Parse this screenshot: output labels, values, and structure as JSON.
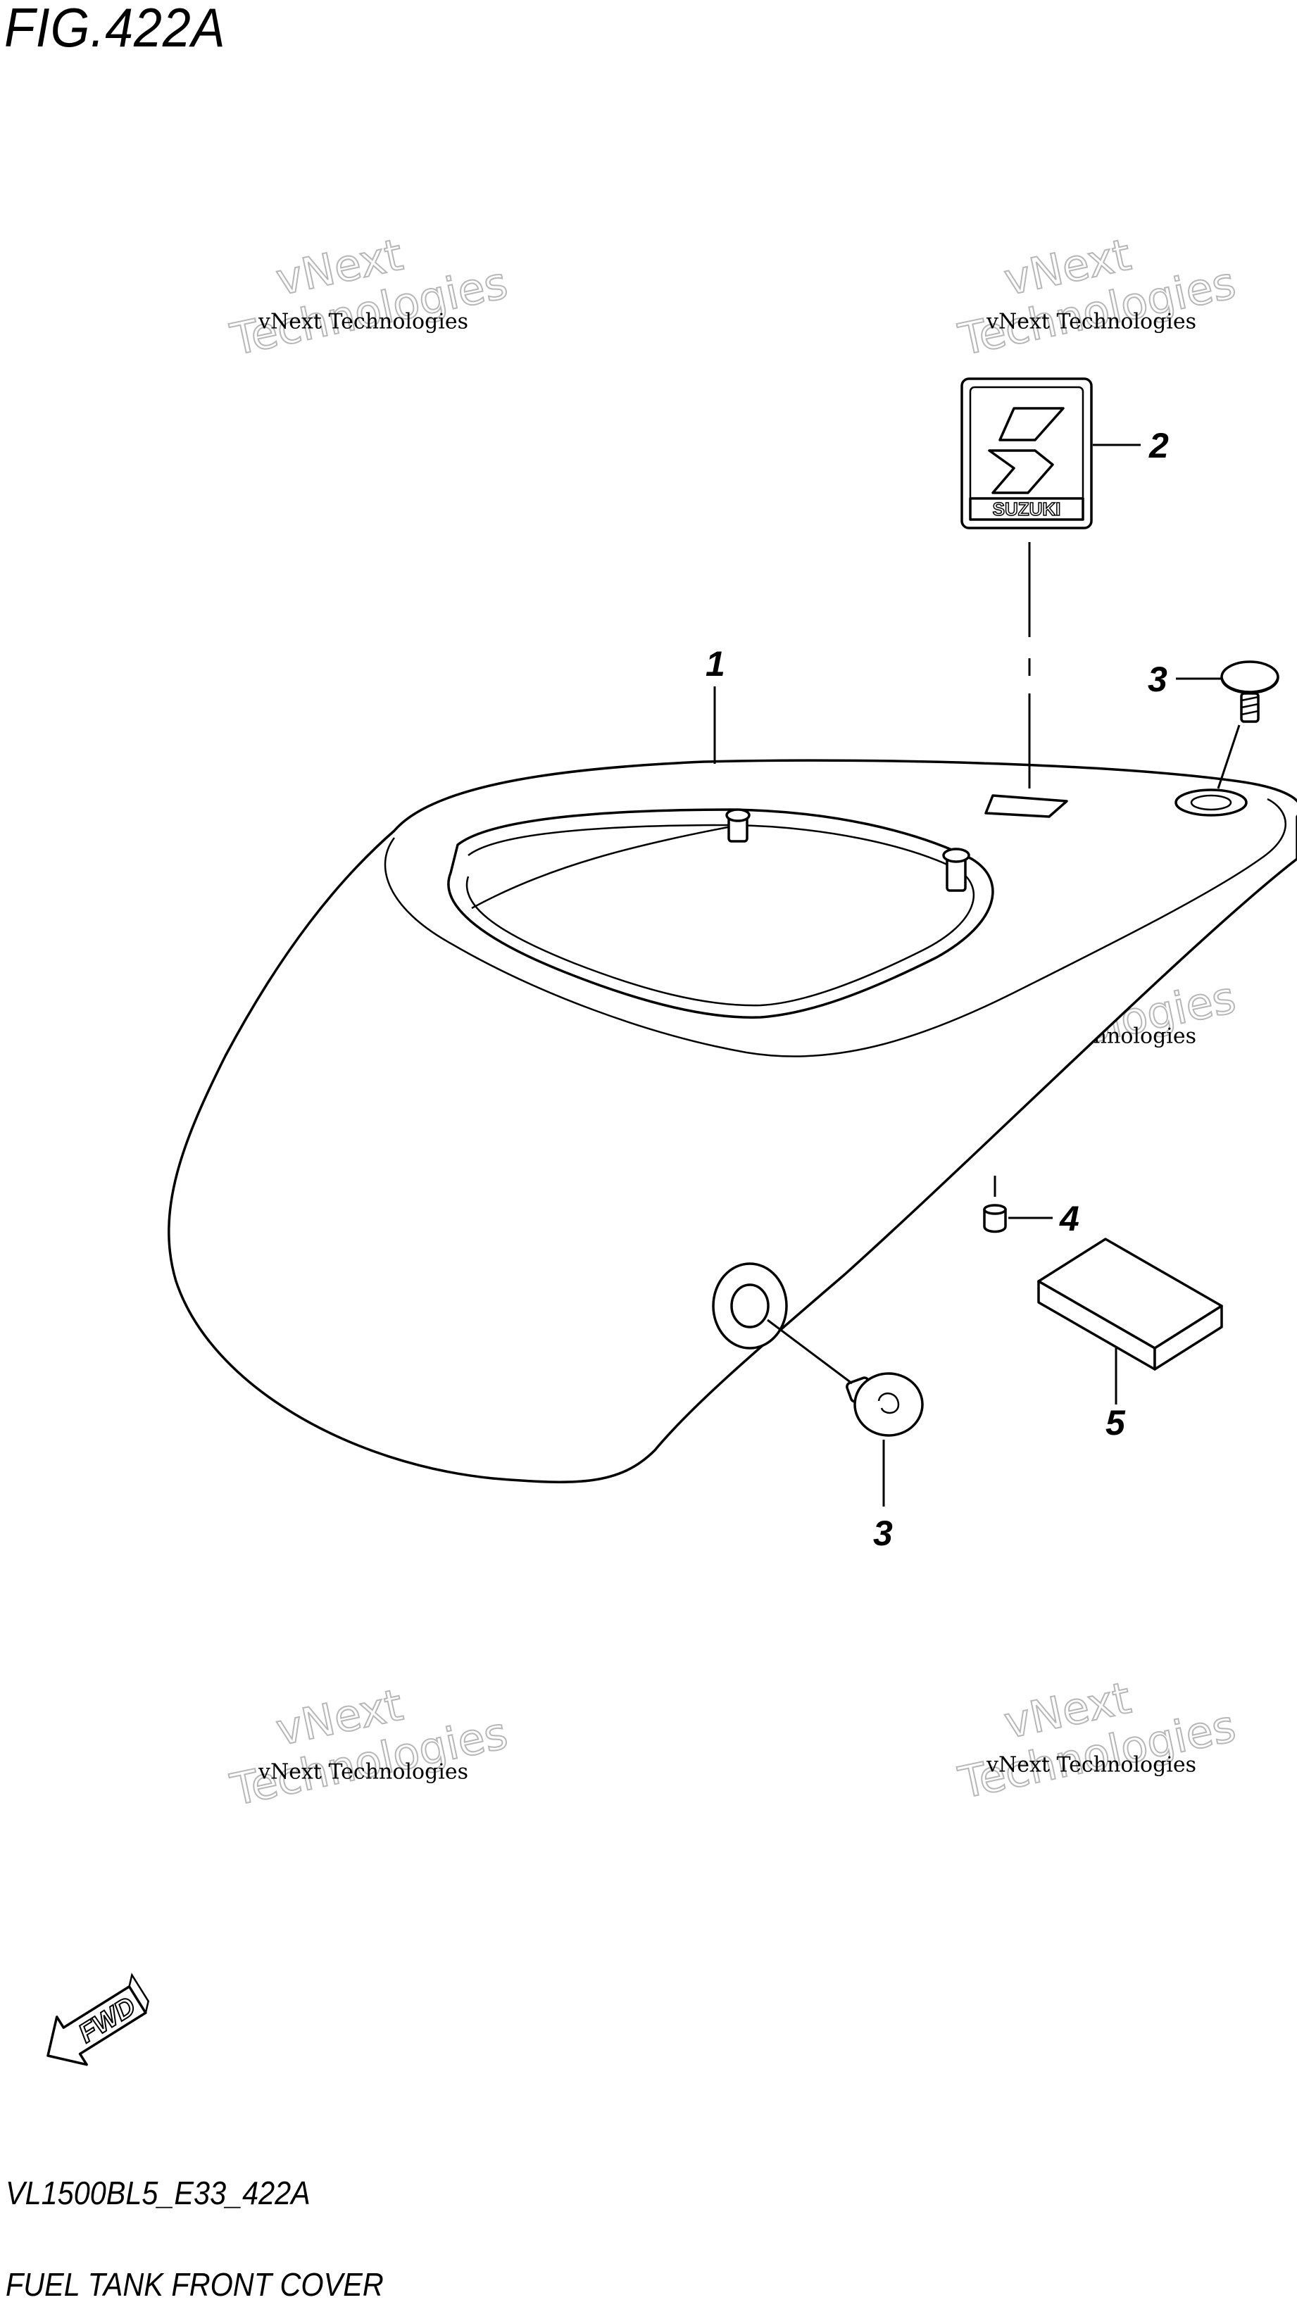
{
  "figure": {
    "title": "FIG.422A",
    "code": "VL1500BL5_E33_422A",
    "name": "FUEL TANK FRONT COVER"
  },
  "callouts": {
    "c1": "1",
    "c2": "2",
    "c3_top": "3",
    "c3_bottom": "3",
    "c4": "4",
    "c5": "5"
  },
  "emblem": {
    "text": "SUZUKI",
    "icon": "suzuki-s-logo"
  },
  "direction": {
    "label": "FWD",
    "icon": "forward-arrow-icon"
  },
  "watermark": {
    "line_small": "vNext Technologies",
    "line_big_1": "vNext",
    "line_big_2": "Technologies"
  }
}
